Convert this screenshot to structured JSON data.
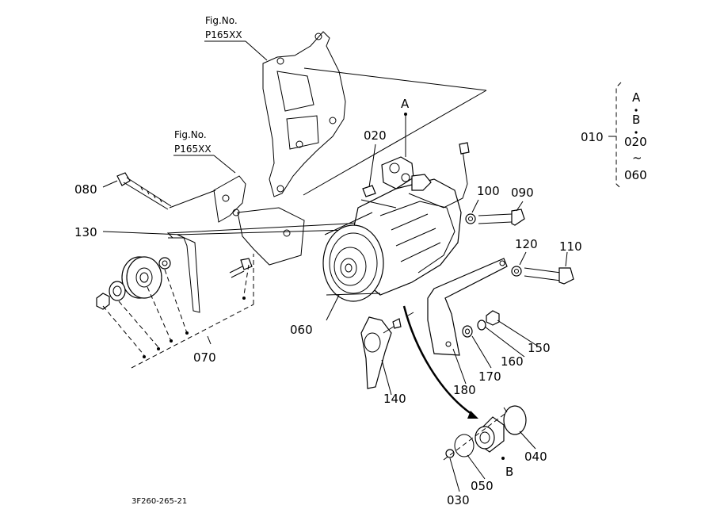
{
  "fig_refs": [
    {
      "prefix": "Fig.No.",
      "code": "P165XX"
    },
    {
      "prefix": "Fig.No.",
      "code": "P165XX"
    }
  ],
  "callouts": {
    "p080": "080",
    "p130": "130",
    "p070": "070",
    "p060": "060",
    "p020": "020",
    "pA": "A",
    "p100": "100",
    "p090": "090",
    "p120": "120",
    "p110": "110",
    "p150": "150",
    "p160": "160",
    "p170": "170",
    "p180": "180",
    "p140": "140",
    "p040": "040",
    "pB": "B",
    "p050": "050",
    "p030": "030"
  },
  "assembly_group": {
    "label": "010",
    "items": [
      "A",
      "B",
      "020",
      "~",
      "060"
    ]
  },
  "drawing_code": "3F260-265-21"
}
